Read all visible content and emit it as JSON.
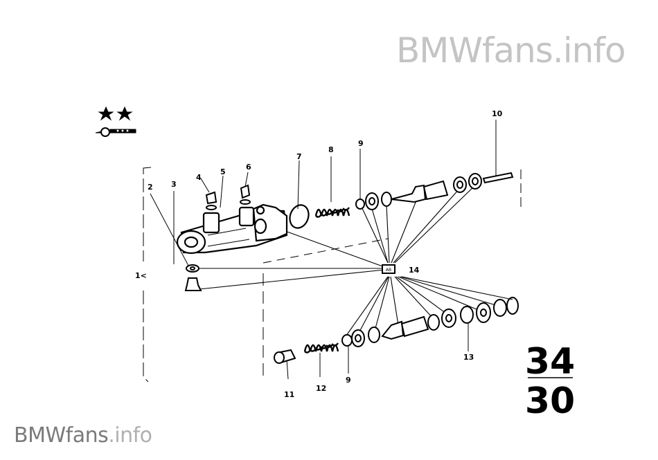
{
  "watermark": {
    "brand": "BMWfans",
    "suffix": ".info"
  },
  "group": {
    "main": "34",
    "sub": "30"
  },
  "callouts": [
    "2",
    "3",
    "4",
    "5",
    "6",
    "7",
    "8",
    "9",
    "10",
    "14",
    "13",
    "12",
    "9",
    "11"
  ],
  "side_mark": "1<",
  "ref_box": "AB"
}
